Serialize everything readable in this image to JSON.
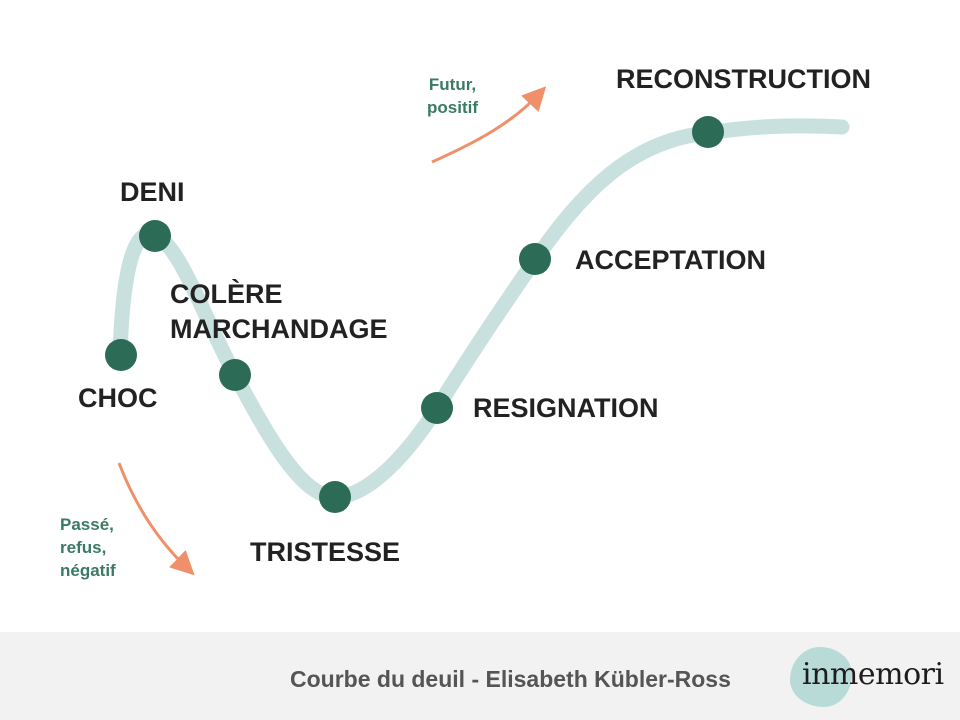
{
  "stages": {
    "choc": "CHOC",
    "deni": "DENI",
    "colere": "COLÈRE",
    "marchandage": "MARCHANDAGE",
    "tristesse": "TRISTESSE",
    "resignation": "RESIGNATION",
    "acceptation": "ACCEPTATION",
    "reconstruction": "RECONSTRUCTION"
  },
  "notes": {
    "future": [
      "Futur,",
      "positif"
    ],
    "past": [
      "Passé,",
      "refus,",
      "négatif"
    ]
  },
  "footer": {
    "caption": "Courbe du deuil - Elisabeth Kübler-Ross",
    "logo": "inmemori"
  },
  "colors": {
    "curve": "#c8e1df",
    "dot": "#2c6b55",
    "arrow": "#f0906a",
    "note": "#3b7a63"
  }
}
